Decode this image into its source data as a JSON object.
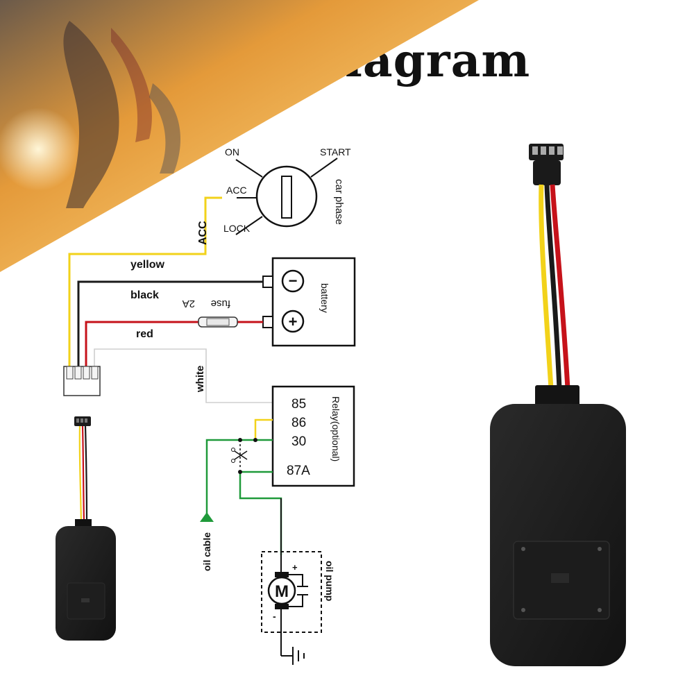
{
  "title": "Wire Diagram",
  "colors": {
    "yellow": "#f2d21a",
    "black": "#1a1a1a",
    "red": "#c6121a",
    "white": "#d8d8d8",
    "green": "#1f9a3a",
    "background_warm": "#f0a23c"
  },
  "ignition": {
    "on": "ON",
    "start": "START",
    "acc": "ACC",
    "lock": "LOCK",
    "label": "car phase"
  },
  "wires": {
    "acc": "ACC",
    "yellow": "yellow",
    "black": "black",
    "red": "red",
    "white": "white",
    "fuse": "fuse",
    "fuse_rating": "2A"
  },
  "battery": {
    "label": "battery",
    "negative": "−",
    "positive": "+"
  },
  "relay": {
    "pins": [
      "85",
      "86",
      "30",
      "87A"
    ],
    "label": "Relay(optional)"
  },
  "oil_cable": "oil cable",
  "oil_pump": {
    "label": "oil pump",
    "motor": "M",
    "plus": "+",
    "minus": "-"
  }
}
